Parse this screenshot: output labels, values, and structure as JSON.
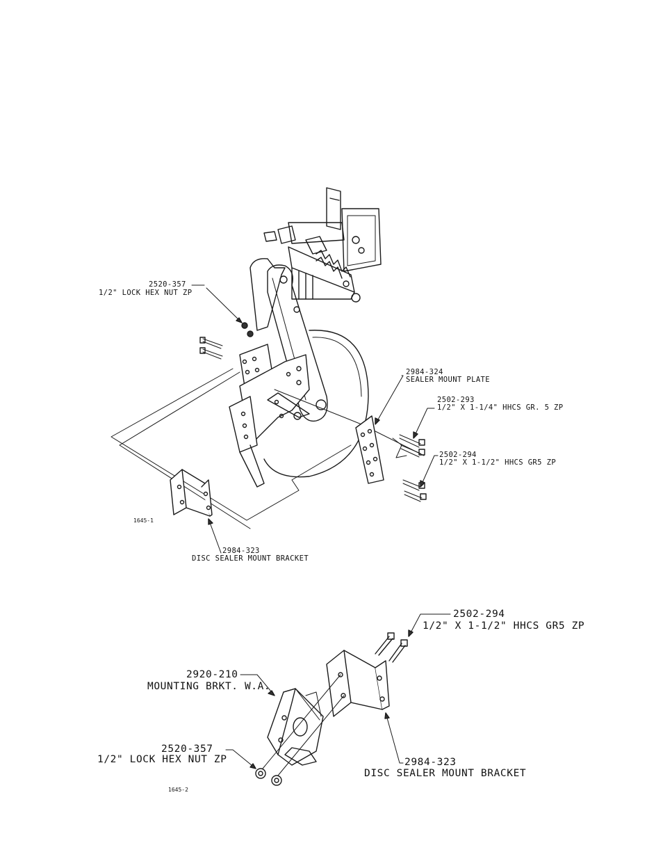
{
  "figure_top": {
    "id": "1645-1",
    "callouts": [
      {
        "part": "2520-357",
        "desc": "1/2\" LOCK HEX NUT ZP"
      },
      {
        "part": "2984-324",
        "desc": "SEALER MOUNT PLATE"
      },
      {
        "part": "2502-293",
        "desc": "1/2\" X 1-1/4\" HHCS GR. 5 ZP"
      },
      {
        "part": "2502-294",
        "desc": "1/2\" X 1-1/2\" HHCS GR5 ZP"
      },
      {
        "part": "2984-323",
        "desc": "DISC SEALER MOUNT BRACKET"
      }
    ]
  },
  "figure_bottom": {
    "id": "1645-2",
    "callouts": [
      {
        "part": "2502-294",
        "desc": "1/2\" X 1-1/2\" HHCS GR5 ZP"
      },
      {
        "part": "2920-210",
        "desc": "MOUNTING BRKT. W.A."
      },
      {
        "part": "2520-357",
        "desc": "1/2\" LOCK HEX NUT ZP"
      },
      {
        "part": "2984-323",
        "desc": "DISC SEALER MOUNT BRACKET"
      }
    ]
  }
}
